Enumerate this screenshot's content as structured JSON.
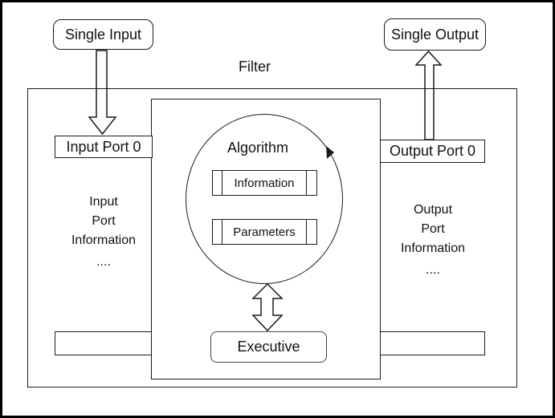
{
  "diagram": {
    "title": "Filter",
    "colors": {
      "line": "#1a1a1a",
      "executive_line": "#444444",
      "background": "#ffffff",
      "text": "#111111"
    },
    "single_input": {
      "label": "Single Input"
    },
    "single_output": {
      "label": "Single Output"
    },
    "input_port": {
      "label": "Input Port 0"
    },
    "output_port": {
      "label": "Output Port 0"
    },
    "input_port_info": {
      "lines": [
        "Input",
        "Port",
        "Information",
        "...."
      ]
    },
    "output_port_info": {
      "lines": [
        "Output",
        "Port",
        "Information",
        "...."
      ]
    },
    "algorithm": {
      "label": "Algorithm",
      "information_label": "Information",
      "parameters_label": "Parameters"
    },
    "executive": {
      "label": "Executive"
    },
    "icons": {
      "input_arrow": "hollow-down-arrow",
      "output_arrow": "hollow-up-arrow",
      "algorithm_executive_arrow": "hollow-double-vertical-arrow",
      "ellipse_direction": "small-filled-arrowhead"
    }
  }
}
